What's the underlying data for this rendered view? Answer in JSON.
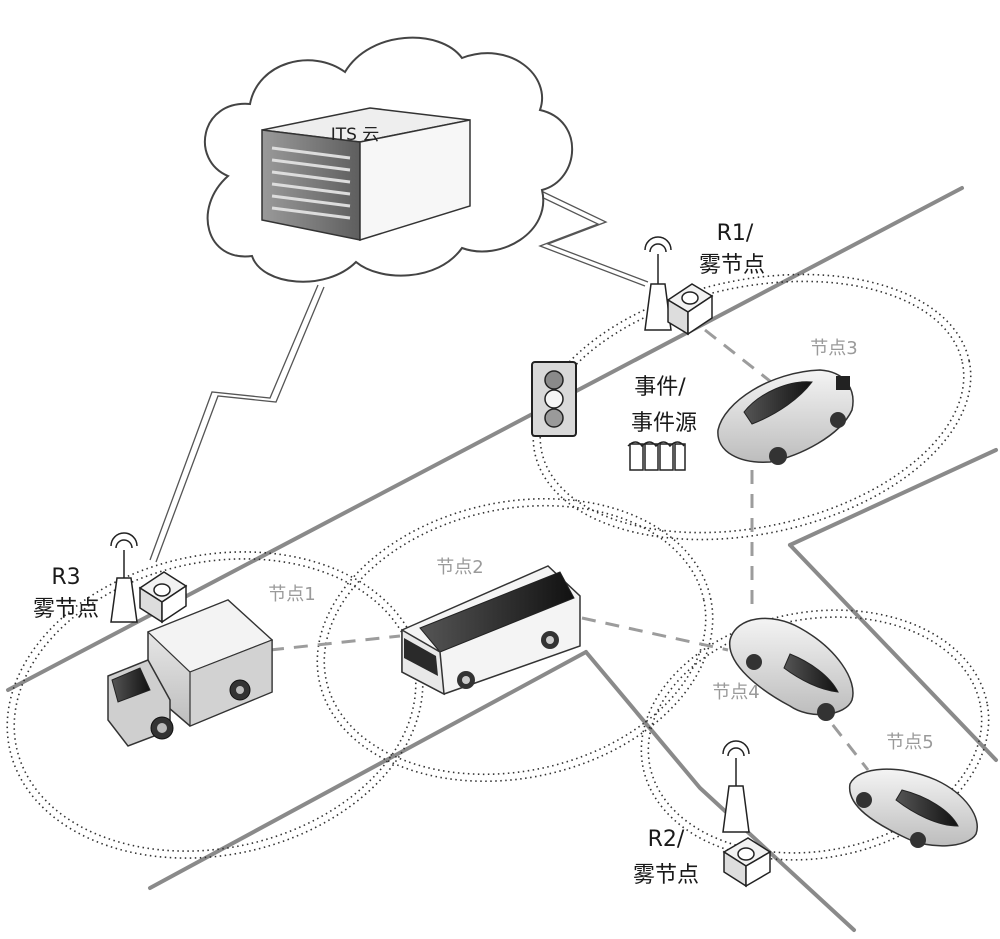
{
  "cloud": {
    "label": "ITS 云"
  },
  "rsu": {
    "r1": {
      "line1": "R1/",
      "line2": "雾节点"
    },
    "r2": {
      "line1": "R2/",
      "line2": "雾节点"
    },
    "r3": {
      "line1": "R3",
      "line2": "雾节点"
    }
  },
  "nodes": {
    "n1": "节点1",
    "n2": "节点2",
    "n3": "节点3",
    "n4": "节点4",
    "n5": "节点5"
  },
  "event": {
    "line1": "事件/",
    "line2": "事件源"
  },
  "colors": {
    "road": "#8a8a8a",
    "link": "#9c9c9c",
    "outline": "#222222",
    "node_label": "#9a9a9a"
  }
}
